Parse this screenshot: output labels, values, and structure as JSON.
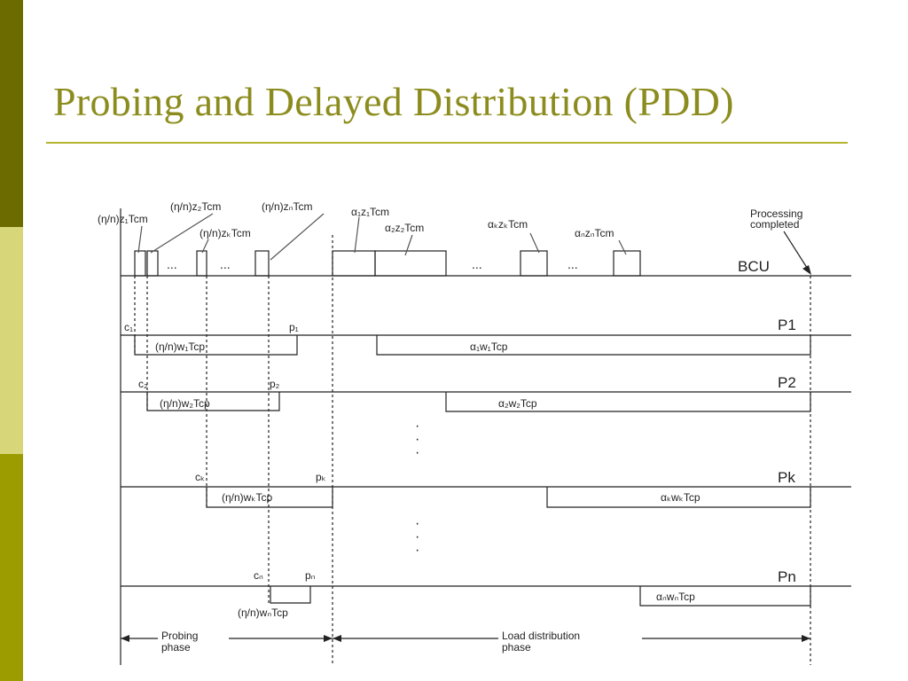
{
  "slide": {
    "title": "Probing and Delayed Distribution (PDD)",
    "sidebar_colors": [
      "#6b6b00",
      "#d7d77a",
      "#9c9c00"
    ],
    "title_color": "#8c8c1e"
  },
  "diagram": {
    "rows": [
      "BCU",
      "P1",
      "P2",
      "Pk",
      "Pn"
    ],
    "bcu_labels": {
      "z1": "(η/n)z₁Tcm",
      "z2": "(η/n)z₂Tcm",
      "zk": "(η/n)zₖTcm",
      "zn": "(η/n)zₙTcm",
      "a1": "α₁z₁Tcm",
      "a2": "α₂z₂Tcm",
      "ak": "αₖzₖTcm",
      "an": "αₙzₙTcm"
    },
    "probe_labels": {
      "p1": "(η/n)w₁Tcp",
      "p2": "(η/n)w₂Tcp",
      "pk": "(η/n)wₖTcp",
      "pn": "(η/n)wₙTcp"
    },
    "dist_labels": {
      "d1": "α₁w₁Tcp",
      "d2": "α₂w₂Tcp",
      "dk": "αₖwₖTcp",
      "dn": "αₙwₙTcp"
    },
    "markers": {
      "c1": "c₁",
      "p1": "p₁",
      "c2": "c₂",
      "p2": "p₂",
      "ck": "cₖ",
      "pk": "pₖ",
      "cn": "cₙ",
      "pn": "pₙ"
    },
    "ellipsis": "...",
    "vdots": "·\n·\n·",
    "processing_completed": [
      "Processing",
      "completed"
    ],
    "phases": {
      "probing": [
        "Probing",
        "phase"
      ],
      "distribution": [
        "Load distribution",
        "phase"
      ]
    }
  }
}
